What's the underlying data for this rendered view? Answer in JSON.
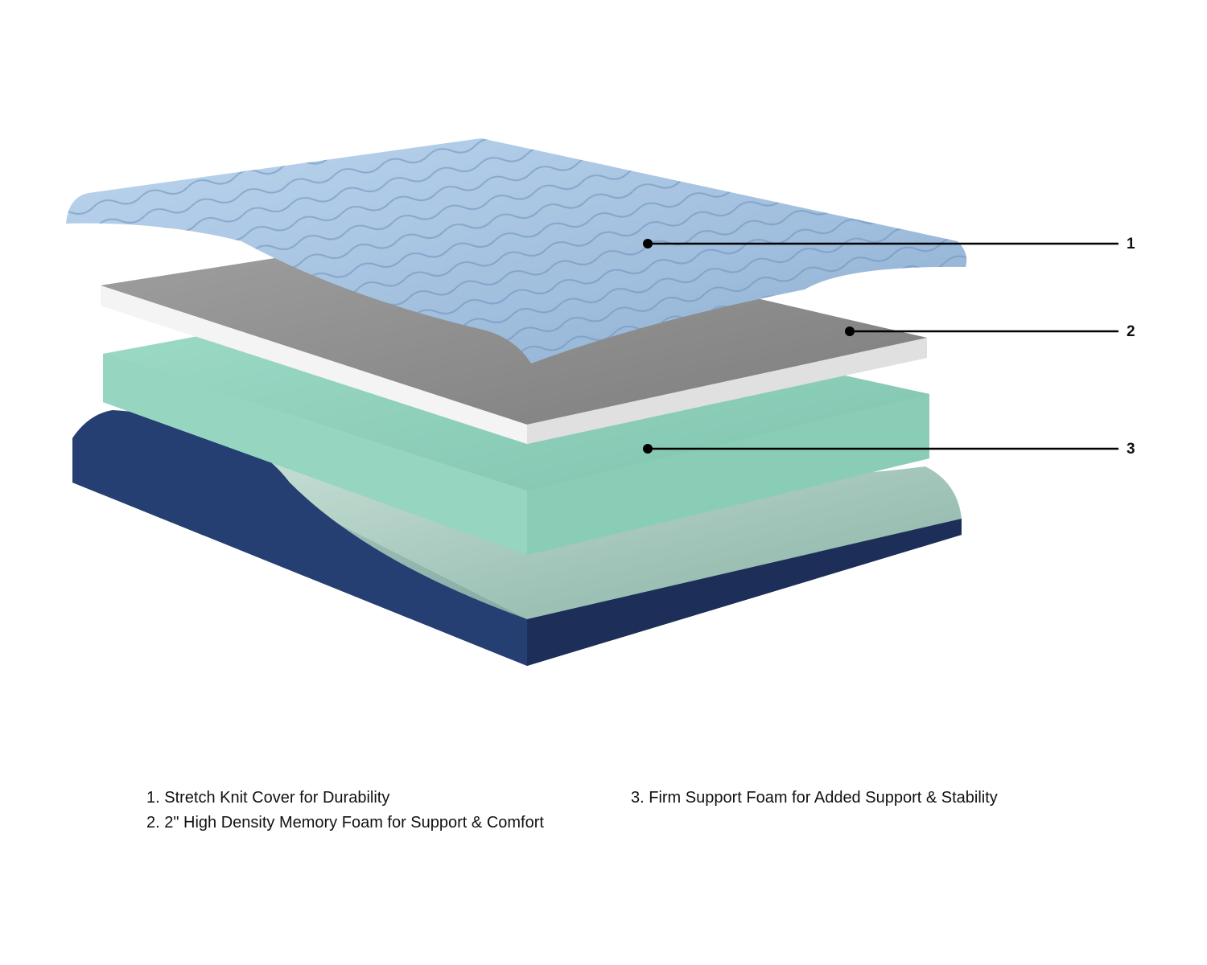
{
  "callouts": [
    {
      "number": "1"
    },
    {
      "number": "2"
    },
    {
      "number": "3"
    }
  ],
  "legend": [
    "1.  Stretch Knit Cover for Durability",
    "2. 2\" High Density Memory Foam for Support & Comfort",
    "3. Firm Support Foam for Added Support  & Stability"
  ],
  "colors": {
    "cover": "#a9c6e4",
    "memory_foam": "#8e8e8e",
    "support_foam": "#8fd1bc",
    "base": "#243a66"
  }
}
